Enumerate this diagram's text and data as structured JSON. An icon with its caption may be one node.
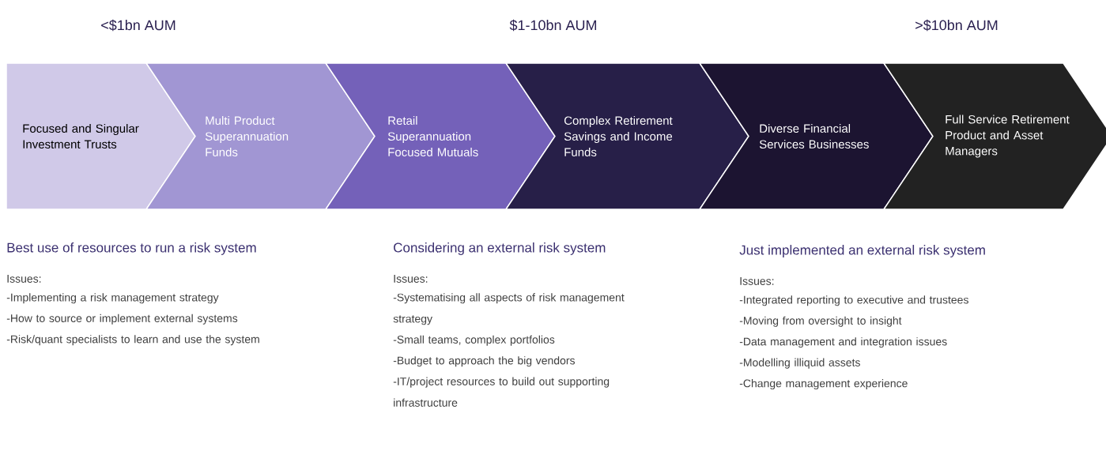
{
  "diagram": {
    "nodes": [
      {
        "text": [
          "Focused and Singular Investment Trusts"
        ]
      },
      {
        "text": [
          "Multi Product Superannuation Funds"
        ]
      },
      {
        "text": [
          "Retail Superannuation Focused Mutuals"
        ]
      },
      {
        "text": [
          "Complex Retirement Savings and Income Funds"
        ]
      },
      {
        "text": [
          "Diverse Financial Services Businesses"
        ]
      },
      {
        "text": [
          "Full Service Retirement Product and Asset  Managers"
        ]
      }
    ],
    "labels": [
      "<$1bn AUM",
      "$1-10bn AUM",
      ">$10bn AUM",
      "Best use of resources to run a risk system",
      "Issues:",
      "-Implementing a risk management strategy",
      "-How to source or implement external systems",
      "-Risk/quant specialists to learn and use the system",
      "Considering an external risk system",
      "Issues:",
      "-Systematising all aspects of risk management strategy",
      "-Small teams, complex portfolios",
      "-Budget to approach the big vendors",
      "-IT/project resources to build out supporting infrastructure",
      "Just implemented an external risk system",
      "Issues:",
      "-Integrated reporting to executive and trustees",
      "-Moving from oversight to insight",
      "-Data management and integration issues",
      "-Modelling illiquid assets",
      "-Change management experience"
    ]
  }
}
